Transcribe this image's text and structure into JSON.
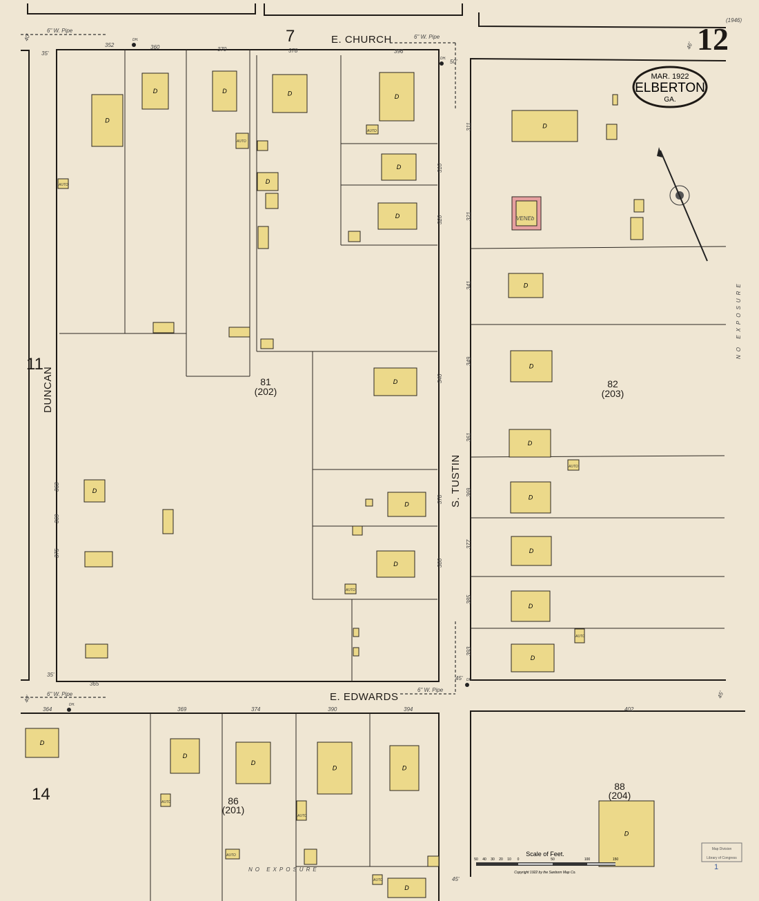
{
  "sheet": {
    "number": "12",
    "index_ref": "(1946)"
  },
  "cartouche": {
    "date": "MAR. 1922",
    "city": "ELBERTON",
    "state": "GA."
  },
  "streets": {
    "north": "E. CHURCH",
    "south": "E. EDWARDS",
    "east": "S. TUSTIN",
    "west": "DUNCAN"
  },
  "street_widths": {
    "church_west": "40'",
    "church_east": "46'",
    "duncan": "35'",
    "tustin": "50'",
    "edwards_west": "40'",
    "edwards_east": "45'",
    "tustin_south": "45'",
    "duncan_south": "35'",
    "bottom_right": "45'"
  },
  "adjoining_sheets": {
    "north": "7",
    "west": "11",
    "southwest": "14"
  },
  "blocks": [
    {
      "number": "81",
      "ref": "(202)"
    },
    {
      "number": "82",
      "ref": "(203)"
    },
    {
      "number": "86",
      "ref": "(201)"
    },
    {
      "number": "88",
      "ref": "(204)"
    }
  ],
  "annotations": {
    "pipe": "6\" W. Pipe",
    "hydrant": "DH.",
    "no_exposure": "NO EXPOSURE",
    "veneer": "VENEb",
    "dwelling": "D",
    "auto": "AUTO"
  },
  "house_numbers": {
    "church": [
      "352",
      "360",
      "370",
      "378",
      "396"
    ],
    "edwards_north": [
      "365"
    ],
    "edwards_south": [
      "364",
      "369",
      "374",
      "390",
      "394"
    ],
    "tustin_west": [
      "310",
      "320",
      "346",
      "378",
      "380"
    ],
    "tustin_east": [
      "311",
      "321",
      "341",
      "349",
      "361",
      "369",
      "377",
      "385",
      "393"
    ],
    "duncan": [
      "363",
      "369",
      "375"
    ],
    "bottom_right": [
      "402"
    ]
  },
  "scale": {
    "title": "Scale of Feet.",
    "ticks": [
      "50",
      "40",
      "30",
      "20",
      "10",
      "0",
      "50",
      "100",
      "150"
    ],
    "copyright": "Copyright 1922 by the Sanborn Map Co."
  },
  "stamp": {
    "line1": "Map Division",
    "line2": "Library of Congress",
    "number": "1"
  },
  "colors": {
    "paper": "#efe6d3",
    "frame_building": "#ecd98a",
    "brick_veneer": "#e6a0a0"
  }
}
